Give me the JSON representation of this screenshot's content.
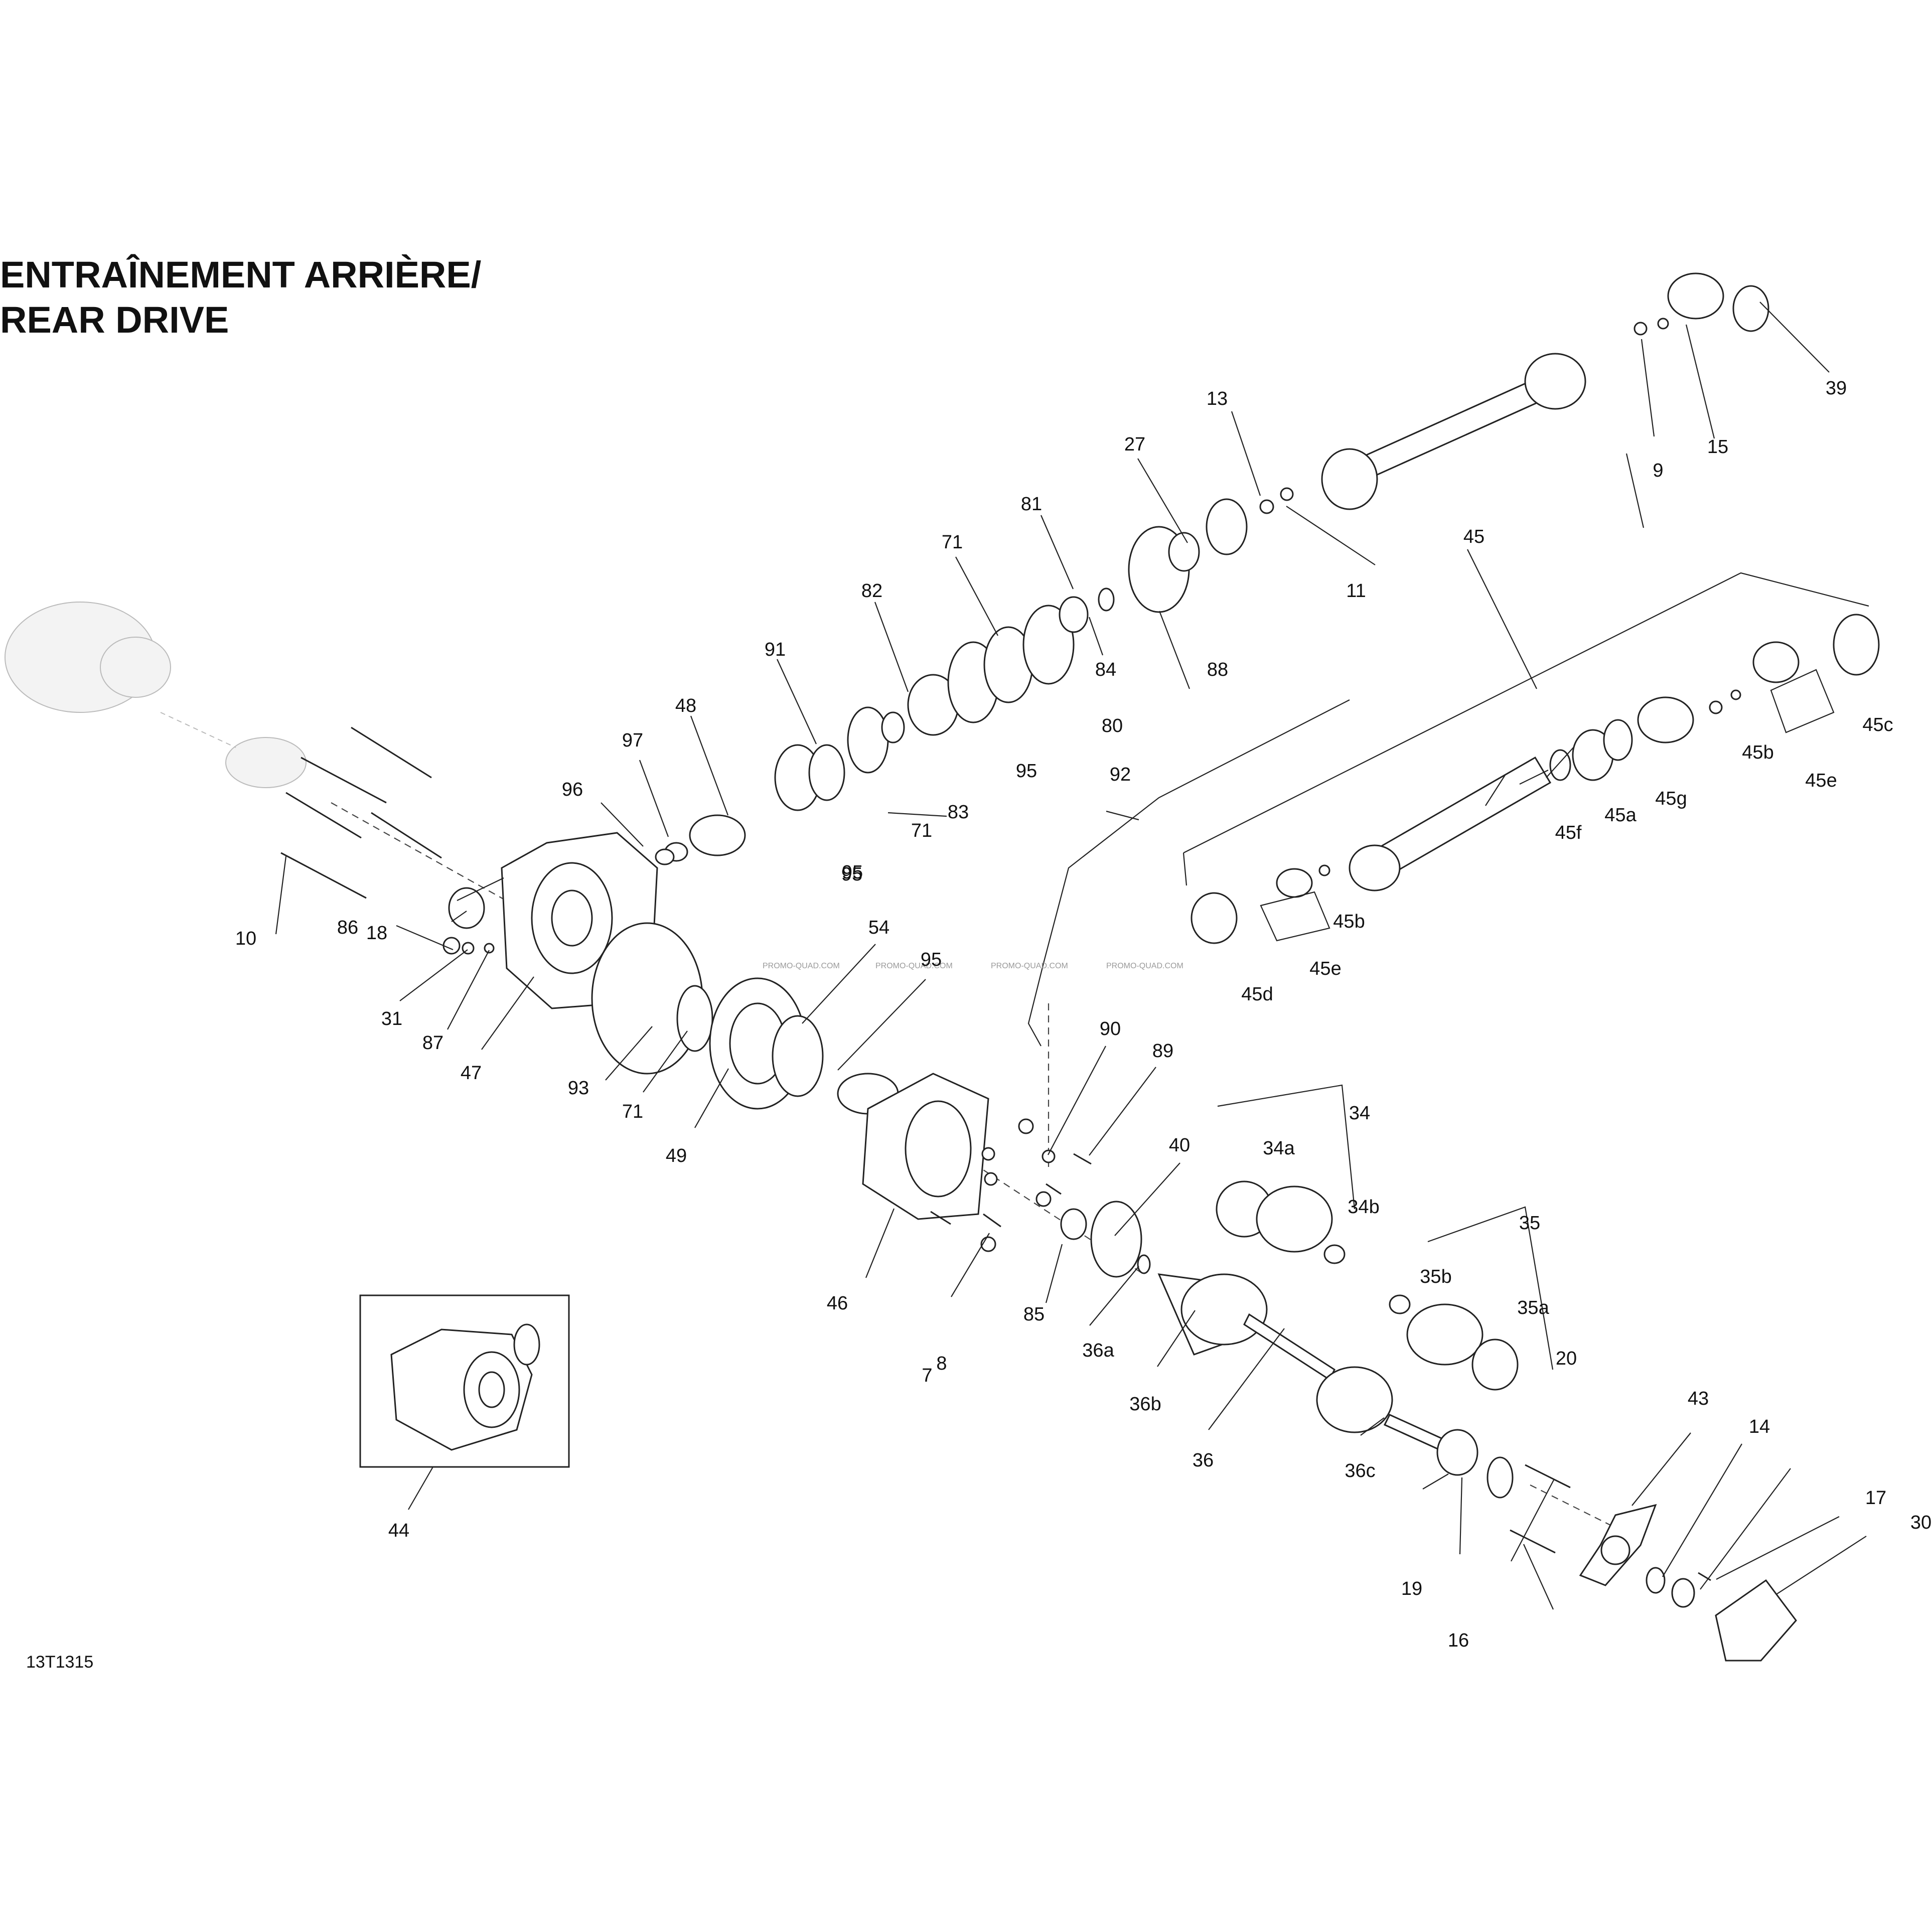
{
  "title": {
    "line1": "ENTRAÎNEMENT ARRIÈRE/",
    "line2": "REAR DRIVE"
  },
  "drawing_code": "13T1315",
  "watermark": "PROMO-QUAD.COM",
  "callouts": [
    "7",
    "8",
    "9",
    "10",
    "11",
    "13",
    "14",
    "15",
    "16",
    "17",
    "18",
    "19",
    "20",
    "27",
    "30",
    "31",
    "34",
    "34a",
    "34b",
    "35",
    "35a",
    "35b",
    "36",
    "36a",
    "36b",
    "36c",
    "39",
    "40",
    "43",
    "44",
    "45",
    "45a",
    "45b",
    "45b",
    "45c",
    "45d",
    "45e",
    "45e",
    "45f",
    "45g",
    "46",
    "47",
    "48",
    "49",
    "54",
    "71",
    "71",
    "71",
    "80",
    "81",
    "82",
    "83",
    "84",
    "85",
    "86",
    "87",
    "88",
    "89",
    "90",
    "91",
    "92",
    "93",
    "95",
    "95",
    "95",
    "95",
    "96",
    "97"
  ]
}
